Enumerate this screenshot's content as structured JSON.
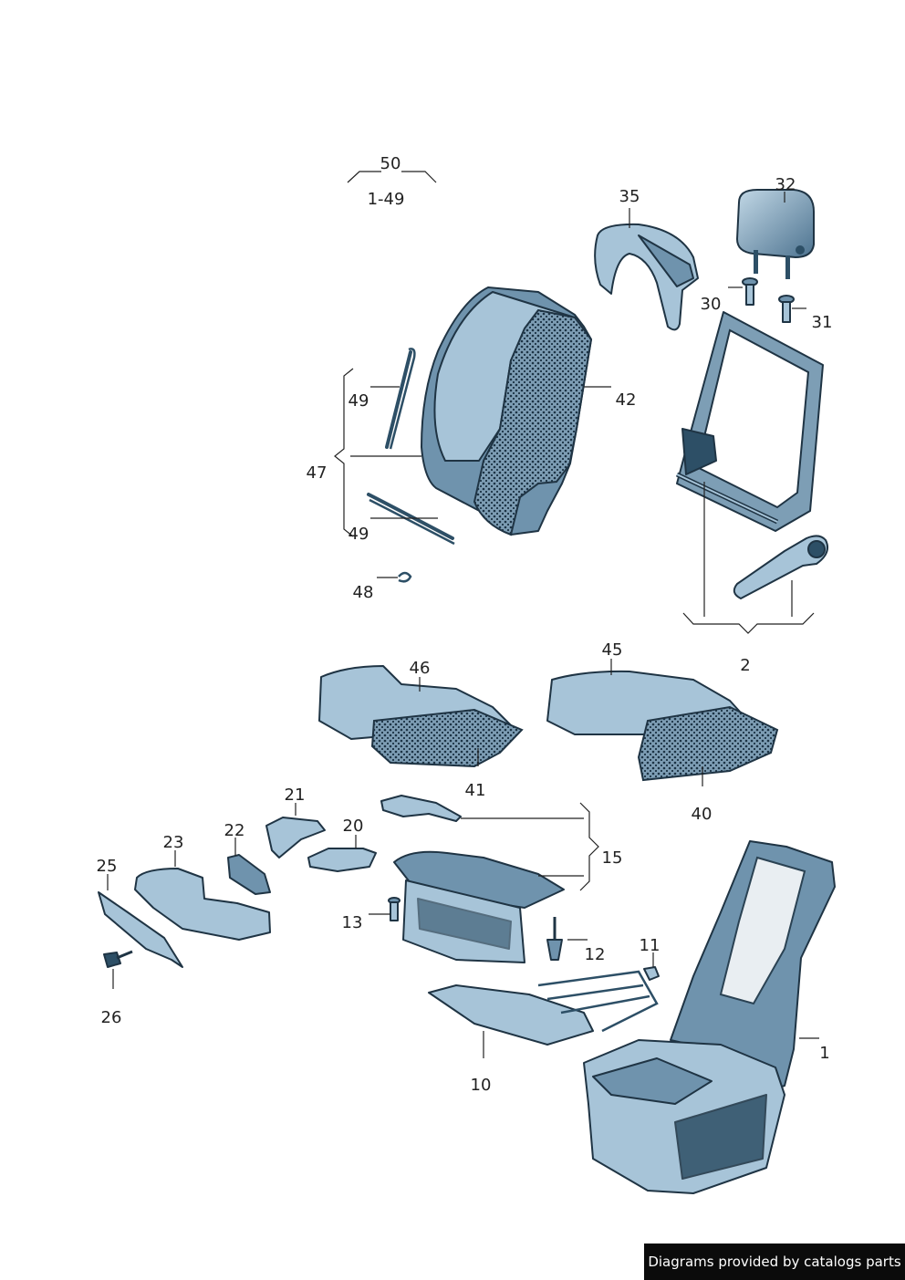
{
  "callouts": [
    {
      "id": "c50",
      "label": "50"
    },
    {
      "id": "c1-49",
      "label": "1-49"
    },
    {
      "id": "c35",
      "label": "35"
    },
    {
      "id": "c32",
      "label": "32"
    },
    {
      "id": "c30",
      "label": "30"
    },
    {
      "id": "c31",
      "label": "31"
    },
    {
      "id": "c49a",
      "label": "49"
    },
    {
      "id": "c42",
      "label": "42"
    },
    {
      "id": "c47",
      "label": "47"
    },
    {
      "id": "c49b",
      "label": "49"
    },
    {
      "id": "c48",
      "label": "48"
    },
    {
      "id": "c2",
      "label": "2"
    },
    {
      "id": "c46",
      "label": "46"
    },
    {
      "id": "c45",
      "label": "45"
    },
    {
      "id": "c41",
      "label": "41"
    },
    {
      "id": "c40",
      "label": "40"
    },
    {
      "id": "c21",
      "label": "21"
    },
    {
      "id": "c20",
      "label": "20"
    },
    {
      "id": "c22",
      "label": "22"
    },
    {
      "id": "c23",
      "label": "23"
    },
    {
      "id": "c25",
      "label": "25"
    },
    {
      "id": "c15",
      "label": "15"
    },
    {
      "id": "c13",
      "label": "13"
    },
    {
      "id": "c12",
      "label": "12"
    },
    {
      "id": "c11",
      "label": "11"
    },
    {
      "id": "c26",
      "label": "26"
    },
    {
      "id": "c1",
      "label": "1"
    },
    {
      "id": "c10",
      "label": "10"
    }
  ],
  "attribution": "Diagrams provided by catalogs parts"
}
